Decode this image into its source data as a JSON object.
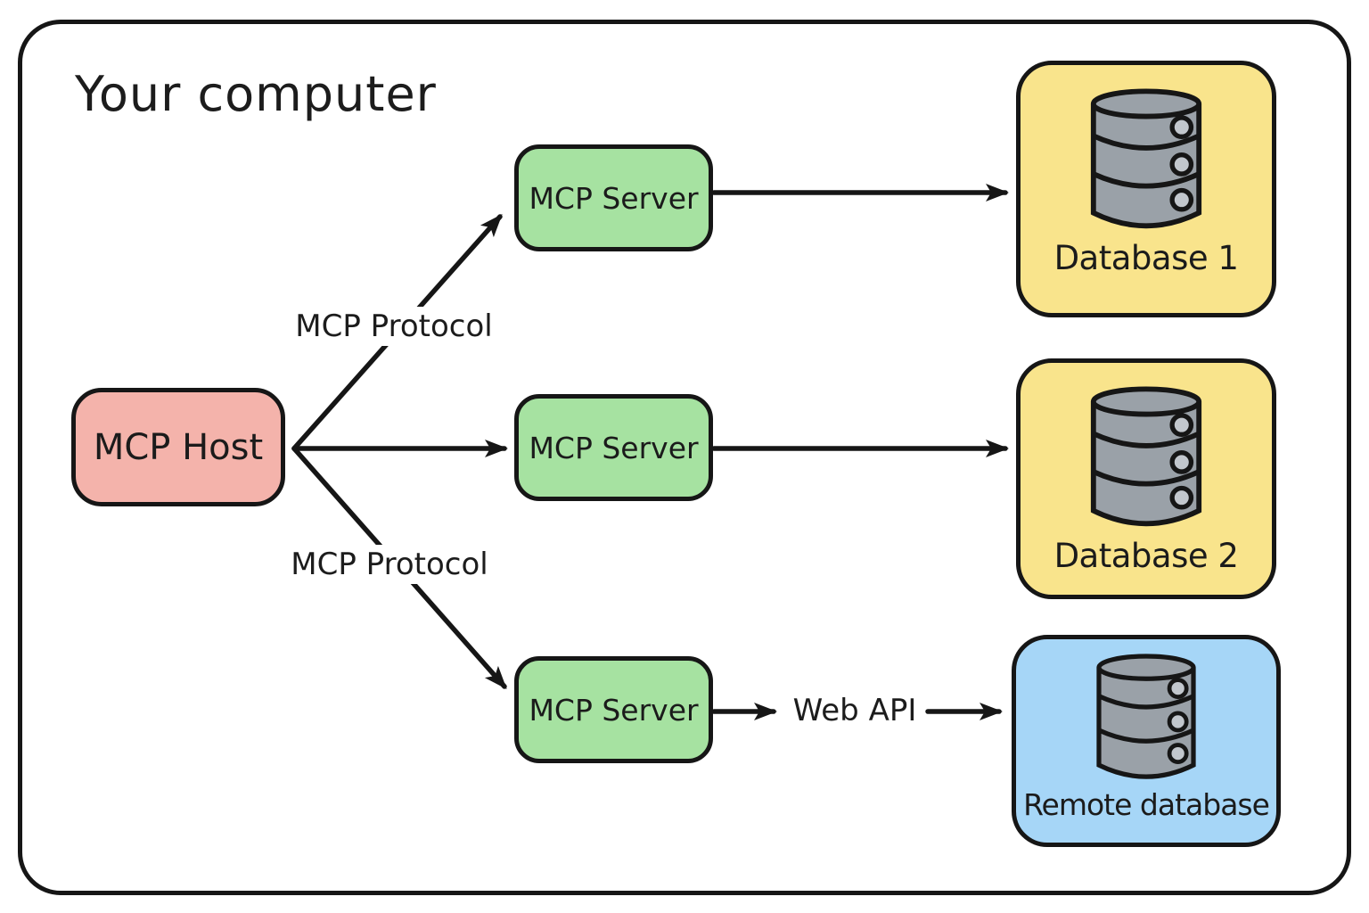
{
  "diagram": {
    "title": "Your computer",
    "host": {
      "label": "MCP Host",
      "fill": "#f4b3ab"
    },
    "servers": [
      {
        "label": "MCP Server",
        "fill": "#a6e2a1"
      },
      {
        "label": "MCP Server",
        "fill": "#a6e2a1"
      },
      {
        "label": "MCP Server",
        "fill": "#a6e2a1"
      }
    ],
    "edges": {
      "protocol_label_top": "MCP Protocol",
      "protocol_label_bottom": "MCP Protocol",
      "web_api_label": "Web API"
    },
    "databases": [
      {
        "label": "Database 1",
        "fill": "#f9e48c",
        "icon": "database-cylinder-icon"
      },
      {
        "label": "Database 2",
        "fill": "#f9e48c",
        "icon": "database-cylinder-icon"
      },
      {
        "label": "Remote database",
        "fill": "#a6d6f7",
        "icon": "database-cylinder-icon"
      }
    ],
    "colors": {
      "stroke": "#161616",
      "background": "#ffffff",
      "cylinder_fill": "#9aa1a8"
    }
  }
}
